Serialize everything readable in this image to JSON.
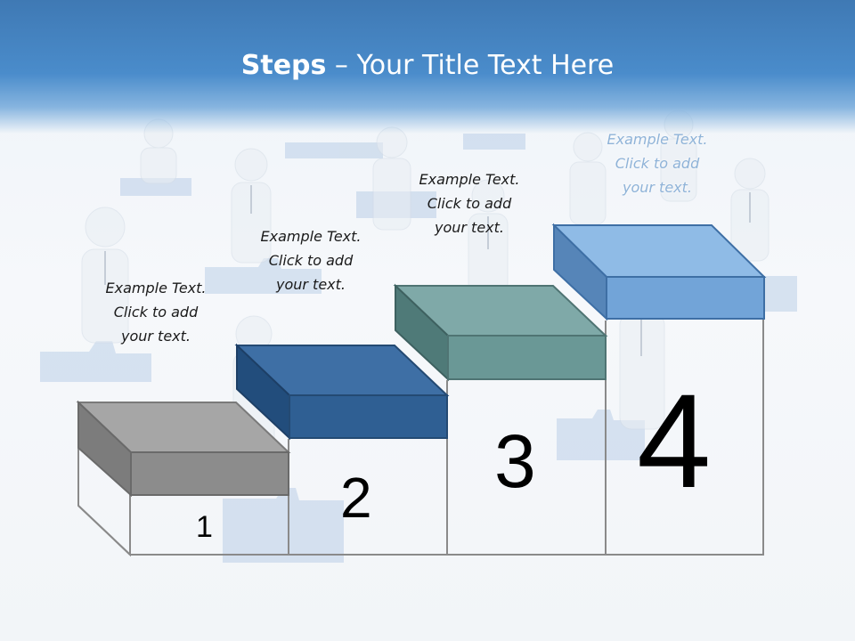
{
  "slide": {
    "title_bold": "Steps",
    "title_rest": " – Your Title Text Here"
  },
  "steps": [
    {
      "number": "1",
      "caption": [
        "Example Text.",
        "Click  to add",
        "your text."
      ],
      "color": "#8c8c8c"
    },
    {
      "number": "2",
      "caption": [
        "Example Text.",
        "Click  to add",
        "your text."
      ],
      "color": "#2f5f93"
    },
    {
      "number": "3",
      "caption": [
        "Example Text.",
        "Click  to add",
        "your text."
      ],
      "color": "#5f9593"
    },
    {
      "number": "4",
      "caption": [
        "Example Text.",
        "Click  to add",
        "your text."
      ],
      "color": "#6fa2d6"
    }
  ],
  "colors": {
    "header": "#4a8ccb",
    "outline": "#8a8a8a"
  }
}
